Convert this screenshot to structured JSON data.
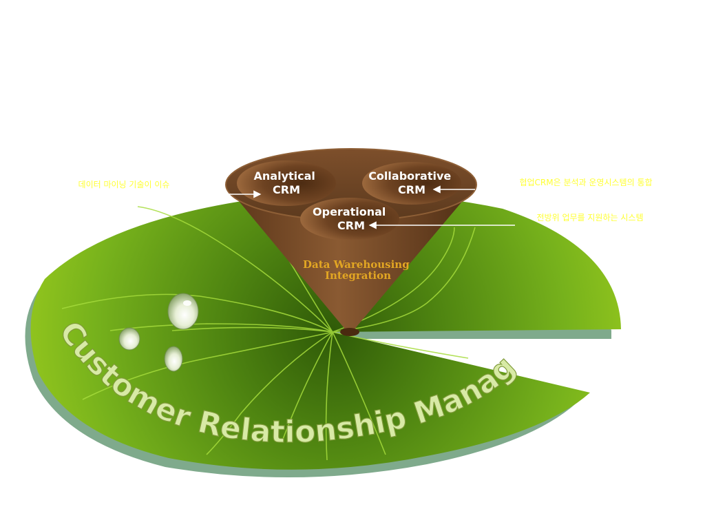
{
  "diagram": {
    "segments": {
      "analytical": [
        "Analytical",
        "CRM"
      ],
      "collaborative": [
        "Collaborative",
        "CRM"
      ],
      "operational": [
        "Operational",
        "CRM"
      ]
    },
    "cone_caption": [
      "Data Warehousing",
      "Integration"
    ],
    "annotations": {
      "left": "데이터 마이닝 기술이 이슈",
      "right_top": "협업CRM은 분석과 운영시스템의 통합",
      "right_bottom": "전방위 업무를 지원하는 시스템"
    },
    "leaf_title": "Customer Relationship Management",
    "colors": {
      "leaf": "#7ab51d",
      "leaf_dark": "#3e6d0c",
      "leaf_shadow": "#7faa8c",
      "cone": "#6b4226",
      "annotation": "#ffff33",
      "caption": "#e2a623"
    }
  }
}
